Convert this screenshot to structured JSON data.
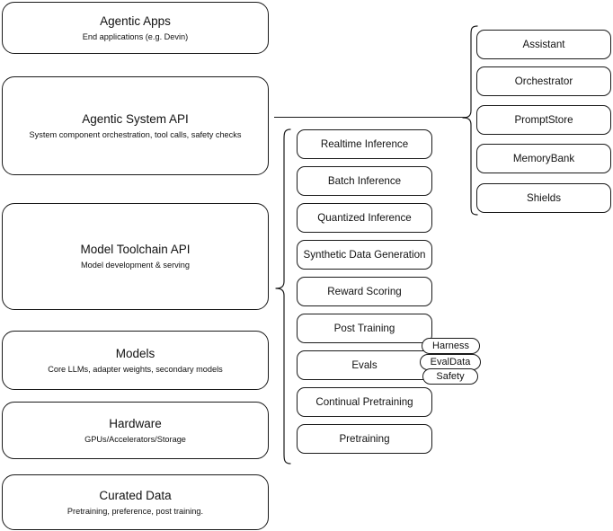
{
  "diagram": {
    "type": "layered-architecture-diagram",
    "background_color": "#ffffff",
    "stroke_color": "#1a1a1a"
  },
  "layers": [
    {
      "id": "agentic-apps",
      "title": "Agentic Apps",
      "subtitle": "End applications (e.g. Devin)"
    },
    {
      "id": "agentic-system-api",
      "title": "Agentic System API",
      "subtitle": "System component orchestration, tool calls, safety checks"
    },
    {
      "id": "model-toolchain-api",
      "title": "Model Toolchain API",
      "subtitle": "Model development & serving"
    },
    {
      "id": "models",
      "title": "Models",
      "subtitle": "Core LLMs, adapter weights, secondary models"
    },
    {
      "id": "hardware",
      "title": "Hardware",
      "subtitle": "GPUs/Accelerators/Storage"
    },
    {
      "id": "curated-data",
      "title": "Curated Data",
      "subtitle": "Pretraining, preference, post training."
    }
  ],
  "toolchain_components": [
    {
      "id": "realtime-inference",
      "label": "Realtime Inference"
    },
    {
      "id": "batch-inference",
      "label": "Batch Inference"
    },
    {
      "id": "quantized-inference",
      "label": "Quantized Inference"
    },
    {
      "id": "synthetic-data-generation",
      "label": "Synthetic Data Generation"
    },
    {
      "id": "reward-scoring",
      "label": "Reward Scoring"
    },
    {
      "id": "post-training",
      "label": "Post Training"
    },
    {
      "id": "evals",
      "label": "Evals"
    },
    {
      "id": "continual-pretraining",
      "label": "Continual Pretraining"
    },
    {
      "id": "pretraining",
      "label": "Pretraining"
    }
  ],
  "evals_pills": [
    {
      "id": "harness",
      "label": "Harness"
    },
    {
      "id": "evaldata",
      "label": "EvalData"
    },
    {
      "id": "safety",
      "label": "Safety"
    }
  ],
  "system_components": [
    {
      "id": "assistant",
      "label": "Assistant"
    },
    {
      "id": "orchestrator",
      "label": "Orchestrator"
    },
    {
      "id": "promptstore",
      "label": "PromptStore"
    },
    {
      "id": "memorybank",
      "label": "MemoryBank"
    },
    {
      "id": "shields",
      "label": "Shields"
    }
  ]
}
